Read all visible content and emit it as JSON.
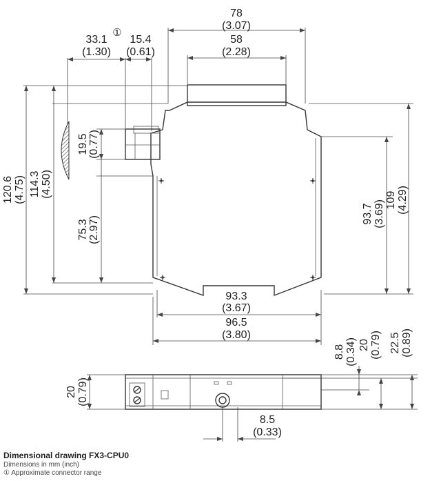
{
  "caption": {
    "title": "Dimensional drawing FX3-CPU0",
    "units_note": "Dimensions in mm (inch)",
    "footnote": "① Approximate connector range"
  },
  "dimensions": {
    "width_78": "78",
    "width_78_in": "(3.07)",
    "width_58": "58",
    "width_58_in": "(2.28)",
    "connector_33_1": "33.1",
    "connector_33_1_mark": "①",
    "connector_33_1_in": "(1.30)",
    "connector_15_4": "15.4",
    "connector_15_4_in": "(0.61)",
    "height_120_6": "120.6",
    "height_120_6_in": "(4.75)",
    "height_114_3": "114.3",
    "height_114_3_in": "(4.50)",
    "height_19_5": "19.5",
    "height_19_5_in": "(0.77)",
    "height_75_3": "75.3",
    "height_75_3_in": "(2.97)",
    "height_93_7": "93.7",
    "height_93_7_in": "(3.69)",
    "height_109": "109",
    "height_109_in": "(4.29)",
    "width_93_3": "93.3",
    "width_93_3_in": "(3.67)",
    "width_96_5": "96.5",
    "width_96_5_in": "(3.80)",
    "depth_8_8": "8.8",
    "depth_8_8_in": "(0.34)",
    "depth_20": "20",
    "depth_20_in": "(0.79)",
    "depth_22_5": "22.5",
    "depth_22_5_in": "(0.89)",
    "side_20": "20",
    "side_20_in": "(0.79)",
    "offset_8_5": "8.5",
    "offset_8_5_in": "(0.33)"
  }
}
